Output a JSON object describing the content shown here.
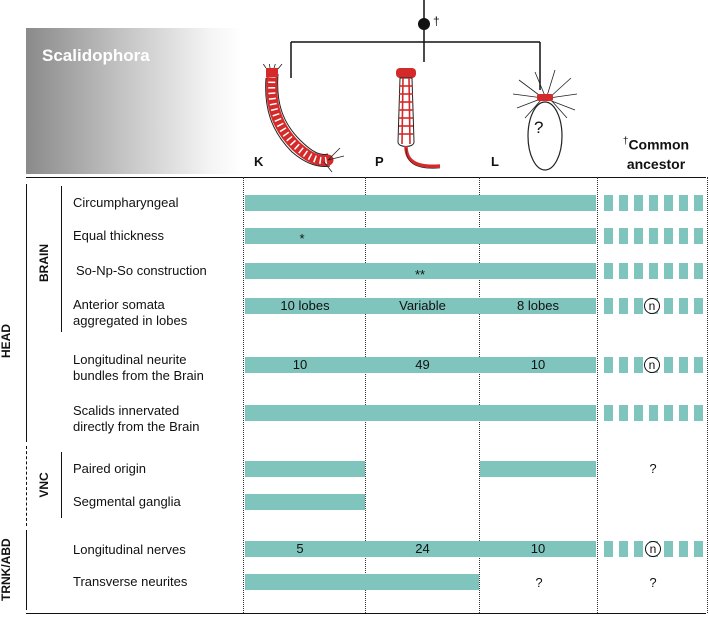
{
  "header": {
    "clade": "Scalidophora",
    "dagger": "†",
    "taxa": [
      "K",
      "P",
      "L"
    ],
    "ancestor_dagger": "†",
    "ancestor_line1": "Common",
    "ancestor_line2": "ancestor",
    "larva_question": "?"
  },
  "groups": {
    "head": "HEAD",
    "brain": "BRAIN",
    "vnc": "VNC",
    "trunk": "TRNK/ABD"
  },
  "rows": [
    {
      "label1": "Circumpharyngeal",
      "label2": ""
    },
    {
      "label1": "Equal thickness",
      "label2": ""
    },
    {
      "label1": "So-Np-So construction",
      "label2": ""
    },
    {
      "label1": "Anterior somata",
      "label2": "aggregated in lobes"
    },
    {
      "label1": "Longitudinal neurite",
      "label2": "bundles from the Brain"
    },
    {
      "label1": "Scalids innervated",
      "label2": "directly from the Brain"
    },
    {
      "label1": "Paired origin",
      "label2": ""
    },
    {
      "label1": "Segmental ganglia",
      "label2": ""
    },
    {
      "label1": "Longitudinal nerves",
      "label2": ""
    },
    {
      "label1": "Transverse neurites",
      "label2": ""
    }
  ],
  "cells": {
    "equal_star": "*",
    "sonpso_stars": "**",
    "lobes": [
      "10 lobes",
      "Variable",
      "8 lobes"
    ],
    "bundles": [
      "10",
      "49",
      "10"
    ],
    "nerves": [
      "5",
      "24",
      "10"
    ],
    "badge": "n",
    "question": "?"
  },
  "colors": {
    "bar": "#7fc4bd",
    "worm_red": "#d42a2a"
  },
  "icons": [
    "kinorhynch-icon",
    "priapulid-icon",
    "loricifera-icon"
  ]
}
